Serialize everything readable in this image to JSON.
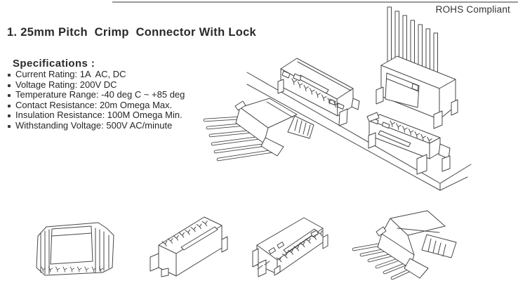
{
  "page": {
    "title": "1. 25mm Pitch  Crimp  Connector With Lock",
    "compliance_badge": "ROHS Compliant"
  },
  "specifications": {
    "heading": "Specifications :",
    "items": [
      "Current Rating: 1A  AC, DC",
      "Voltage Rating: 200V DC",
      "Temperature Range: -40 deg C ~ +85 deg",
      "Contact Resistance: 20m Omega Max.",
      "Insulation Resistance: 100M Omega Min.",
      "Withstanding Voltage: 500V AC/minute"
    ]
  },
  "drawings": {
    "scene_items": [
      "crimp-housing-with-wires",
      "right-angle-smt-header",
      "vertical-pin-header-7pin",
      "low-profile-smt-header",
      "board-edge"
    ],
    "bottom_row_items": [
      "smd-connector-top-view",
      "vertical-mount-connector",
      "horizontal-mount-connector",
      "crimp-housing-with-wires"
    ]
  },
  "colors": {
    "line": "#474747",
    "rule": "#999999",
    "text": "#262626",
    "paper": "#ffffff"
  }
}
